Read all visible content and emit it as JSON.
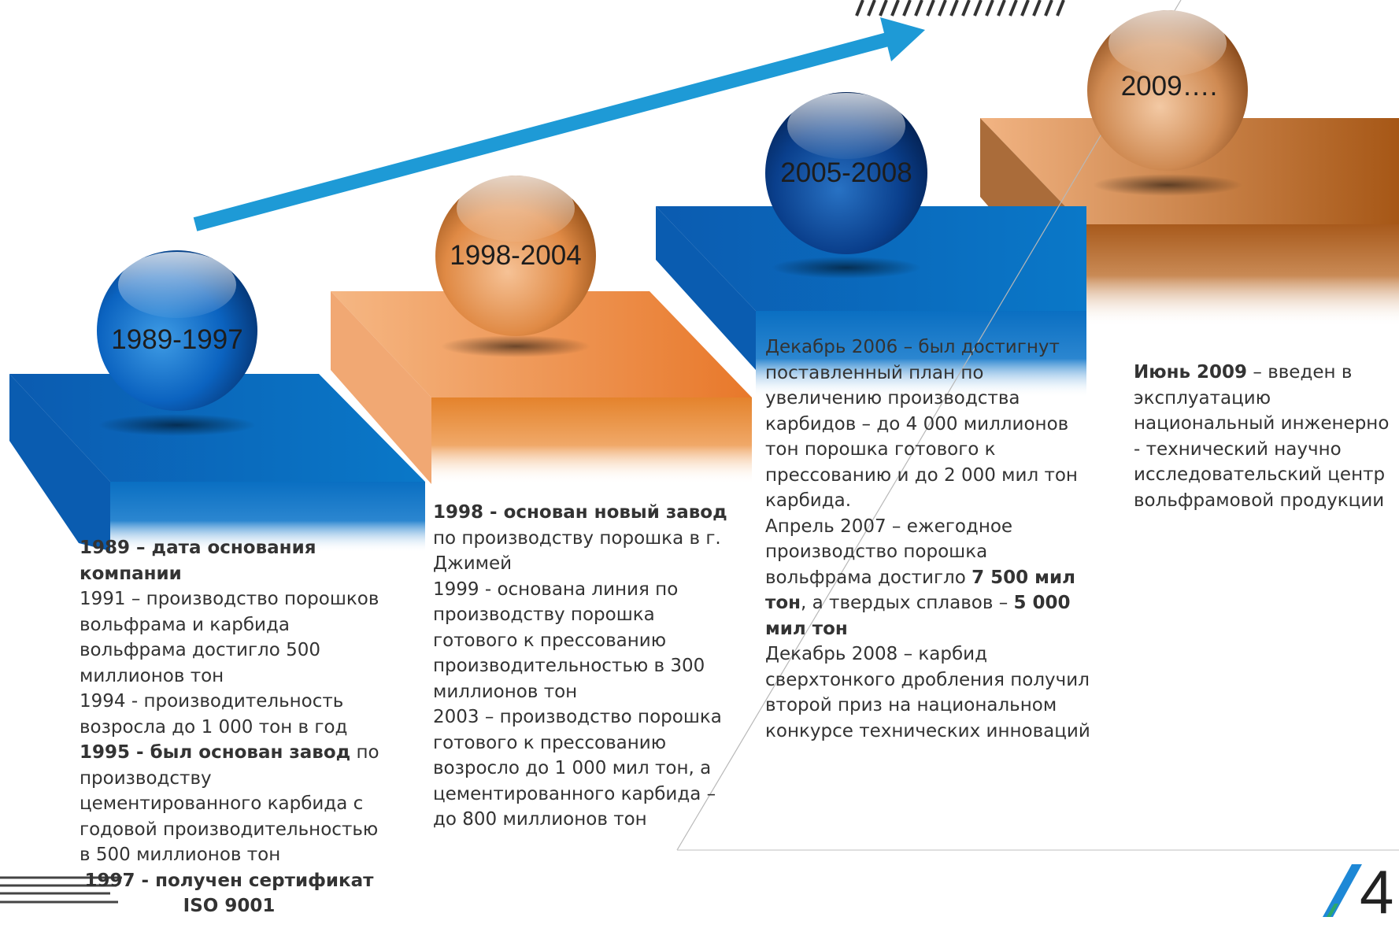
{
  "periods": [
    {
      "label": "1989-1997",
      "color": "blue",
      "entries": [
        {
          "bold": "1989 – дата основания компании",
          "text": ""
        },
        {
          "bold": "",
          "text": "1991 – производство порошков вольфрама и карбида вольфрама достигло 500 миллионов тон"
        },
        {
          "bold": "",
          "text": "1994 - производительность возросла до 1 000 тон в год"
        },
        {
          "bold": "1995 - был основан завод",
          "text": " по производству цементированного карбида с годовой производительностью в 500 миллионов тон"
        },
        {
          "bold": "1997 - получен сертификат ISO 9001",
          "text": ""
        }
      ]
    },
    {
      "label": "1998-2004",
      "color": "orange",
      "entries": [
        {
          "bold": "1998 - основан новый завод",
          "text": " по производству порошка в г. Джимей"
        },
        {
          "bold": "",
          "text": "1999 - основана линия по производству порошка готового к прессованию производительностью в 300 миллионов тон"
        },
        {
          "bold": "",
          "text": "2003 – производство порошка готового к прессованию возросло до 1 000 мил тон, а цементированного карбида – до 800 миллионов тон"
        }
      ]
    },
    {
      "label": "2005-2008",
      "color": "blue",
      "entries": [
        {
          "pre": "Декабрь 2006 – был достигнут поставленный план по увеличению производства карбидов – до 4 000 миллионов тон порошка готового к прессованию и до 2 000 мил тон карбида."
        },
        {
          "pre": "Апрель 2007 – ежегодное производство порошка вольфрама достигло ",
          "bold": "7 500 мил тон",
          "mid": ", а твердых сплавов – ",
          "bold2": "5 000 мил тон"
        },
        {
          "pre": "Декабрь 2008 – карбид сверхтонкого дробления получил второй приз на национальном конкурсе технических инноваций"
        }
      ]
    },
    {
      "label": "2009….",
      "color": "orange",
      "entries": [
        {
          "bold": "Июнь 2009",
          "text": " – введен в эксплуатацию национальный инженерно - технический научно исследовательский центр вольфрамовой продукции"
        }
      ]
    }
  ],
  "page_number": "4",
  "colors": {
    "blue": "#0a6fc2",
    "blue_dark": "#063f86",
    "orange": "#e8862e",
    "orange_light": "#f0b482",
    "brown": "#a85a1c",
    "arrow": "#1e9ad6"
  }
}
